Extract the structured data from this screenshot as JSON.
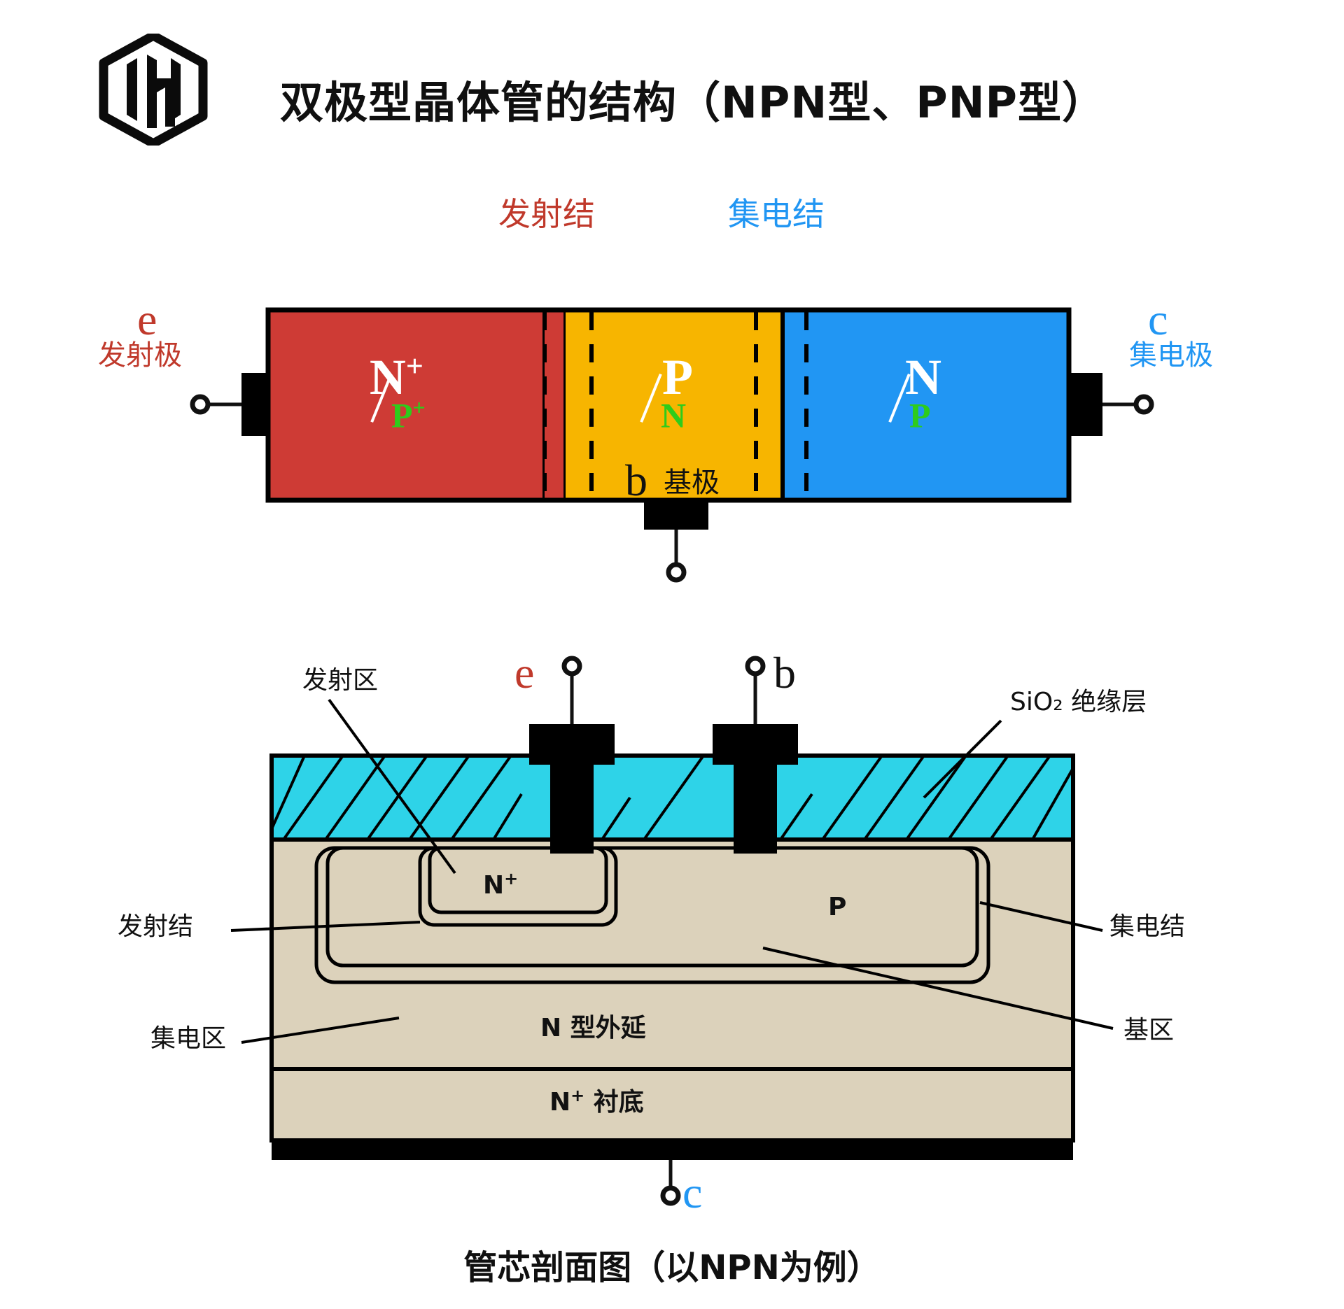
{
  "header": {
    "logo_name": "op2o-hexagon-logo",
    "title": "双极型晶体管的结构（NPN型、PNP型）"
  },
  "top_diagram": {
    "junction_labels": {
      "emitter": "发射结",
      "collector": "集电结"
    },
    "blocks": [
      {
        "id": "emitter",
        "color": "#CE3B35",
        "top_symbol": "N",
        "top_sup": "+",
        "bottom_symbol": "P",
        "bottom_sup": "+"
      },
      {
        "id": "base",
        "color": "#F7B500",
        "top_symbol": "P",
        "top_sup": "",
        "bottom_symbol": "N",
        "bottom_sup": ""
      },
      {
        "id": "collector",
        "color": "#2196F3",
        "top_symbol": "N",
        "top_sup": "",
        "bottom_symbol": "P",
        "bottom_sup": ""
      }
    ],
    "terminals": {
      "emitter_letter": "e",
      "emitter_label": "发射极",
      "collector_letter": "c",
      "collector_label": "集电极",
      "base_letter": "b",
      "base_label": "基极"
    }
  },
  "cross_section": {
    "terminals": {
      "emitter_letter": "e",
      "base_letter": "b",
      "collector_letter": "c"
    },
    "callouts": {
      "emitter_region": "发射区",
      "sio2_layer": "SiO₂ 绝缘层",
      "emitter_junction": "发射结",
      "collector_junction": "集电结",
      "collector_region": "集电区",
      "base_region": "基区"
    },
    "region_labels": {
      "n_plus_well": "N",
      "n_plus_well_sup": "+",
      "p_base": "P",
      "n_epitaxial": "N 型外延",
      "n_substrate": "N",
      "n_substrate_sup": "+",
      "n_substrate_rest": " 衬底"
    },
    "colors": {
      "oxide": "#2ED3E8",
      "silicon": "#DCD2BB",
      "metal": "#000000"
    }
  },
  "caption": "管芯剖面图（以NPN为例）",
  "palette": {
    "red": "#C0392B",
    "blue": "#2196F3",
    "green": "#2ECC1B",
    "amber": "#F7B500",
    "block_red": "#CE3B35",
    "cyan": "#2ED3E8",
    "tan": "#DCD2BB",
    "black": "#000000",
    "white": "#FFFFFF"
  }
}
